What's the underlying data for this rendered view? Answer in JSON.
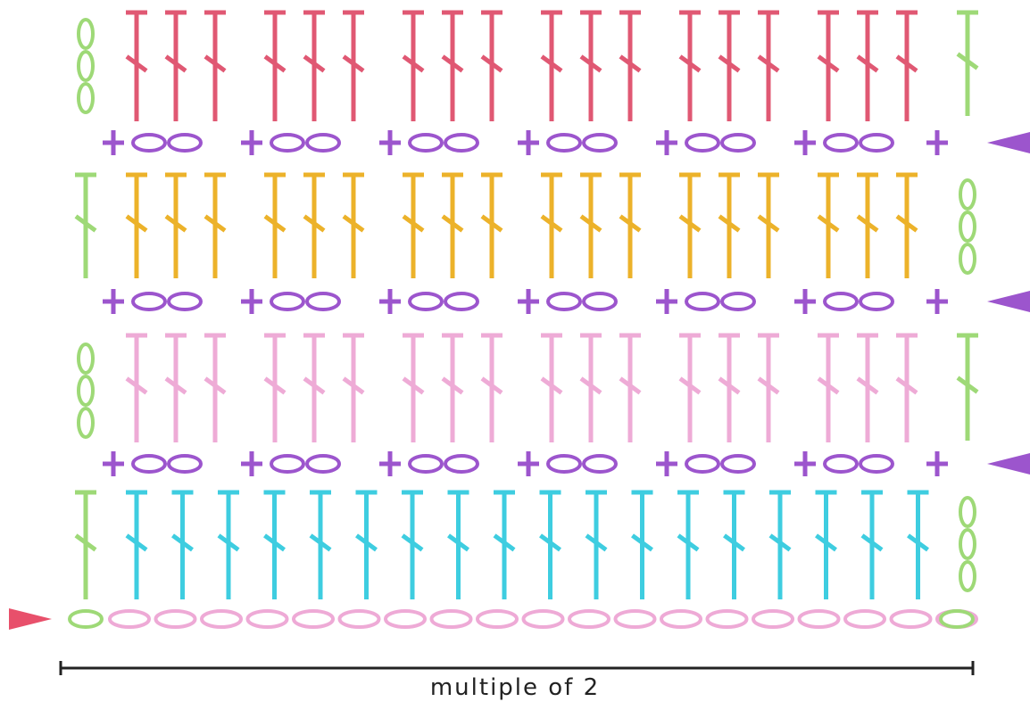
{
  "caption": "multiple of 2",
  "colors": {
    "row1": "#e05873",
    "row2": "#ecb22a",
    "row3": "#eeabd6",
    "row4": "#3ecde0",
    "turning": "#9ed977",
    "sc_chain": "#9c55cd",
    "foundation": "#eeaad6",
    "start_marker": "#e8506b",
    "ruler": "#222222"
  },
  "symbols": {
    "dc": "double-crochet-icon",
    "ch": "chain-icon",
    "sc": "single-crochet-icon",
    "turning_chain": "turning-chain-icon",
    "turning_dc": "turning-dc-icon",
    "direction": "triangle-marker-icon"
  },
  "pattern": {
    "foundation_chains": 19,
    "rows": [
      {
        "stitch": "dc",
        "clusters": 6,
        "per_cluster": 3,
        "color_key": "row1",
        "left_turning": "ch",
        "right_turning": "dc"
      },
      {
        "stitch": "sc-ch",
        "clusters": 6,
        "per_cluster": 2,
        "color_key": "sc_chain",
        "marker": "right"
      },
      {
        "stitch": "dc",
        "clusters": 6,
        "per_cluster": 3,
        "color_key": "row2",
        "left_turning": "dc",
        "right_turning": "ch"
      },
      {
        "stitch": "sc-ch",
        "clusters": 6,
        "per_cluster": 2,
        "color_key": "sc_chain",
        "marker": "right"
      },
      {
        "stitch": "dc",
        "clusters": 6,
        "per_cluster": 3,
        "color_key": "row3",
        "left_turning": "ch",
        "right_turning": "dc"
      },
      {
        "stitch": "sc-ch",
        "clusters": 6,
        "per_cluster": 2,
        "color_key": "sc_chain",
        "marker": "right"
      },
      {
        "stitch": "dc",
        "count": 18,
        "color_key": "row4",
        "left_turning": "dc",
        "right_turning": "ch"
      }
    ]
  }
}
